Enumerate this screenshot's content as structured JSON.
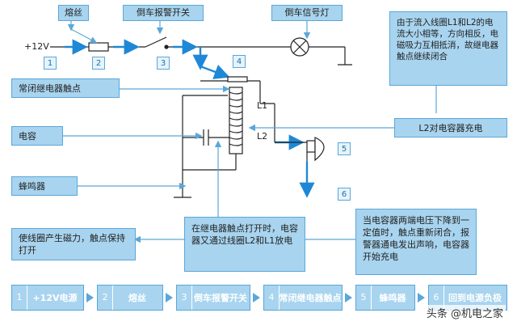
{
  "top_labels": {
    "fuse": "熔丝",
    "reverse_switch": "倒车报警开关",
    "reverse_lamp": "倒车信号灯"
  },
  "circuit": {
    "supply": "+12V",
    "coil_l1": "L1",
    "coil_l2": "L2"
  },
  "callouts": {
    "nc_relay_contact": "常闭继电器触点",
    "capacitor": "电容",
    "buzzer": "蜂鸣器",
    "explain_top_right": "由于流入线圈L1和L2的电流大小相等，方向相反，电磁吸力互相抵消，故继电器触点继续闭合",
    "l2_charges": "L2对电容器充电",
    "coil_magnetism": "使线圈产生磁力，触点保持打开",
    "relay_open_discharge": "在继电器触点打开时，电容器又通过线圈L2和L1放电",
    "cap_voltage_drop": "当电容器两端电压下降到一定值时，触点重新闭合，报警器通电发出声响，电容器开始充电"
  },
  "step_numbers": [
    "1",
    "2",
    "3",
    "4",
    "5",
    "6"
  ],
  "flow": [
    {
      "num": "1",
      "label": "+12V电源"
    },
    {
      "num": "2",
      "label": "熔丝"
    },
    {
      "num": "3",
      "label": "倒车报警开关"
    },
    {
      "num": "4",
      "label": "常闭继电器触点"
    },
    {
      "num": "5",
      "label": "蜂鸣器"
    },
    {
      "num": "6",
      "label": "回到电源负极"
    }
  ],
  "watermark": "头条 @机电之家",
  "colors": {
    "box_fill": "#a8d4ef",
    "box_border": "#5aa7d8",
    "arrow": "#1e88d6",
    "wire": "#222222"
  }
}
